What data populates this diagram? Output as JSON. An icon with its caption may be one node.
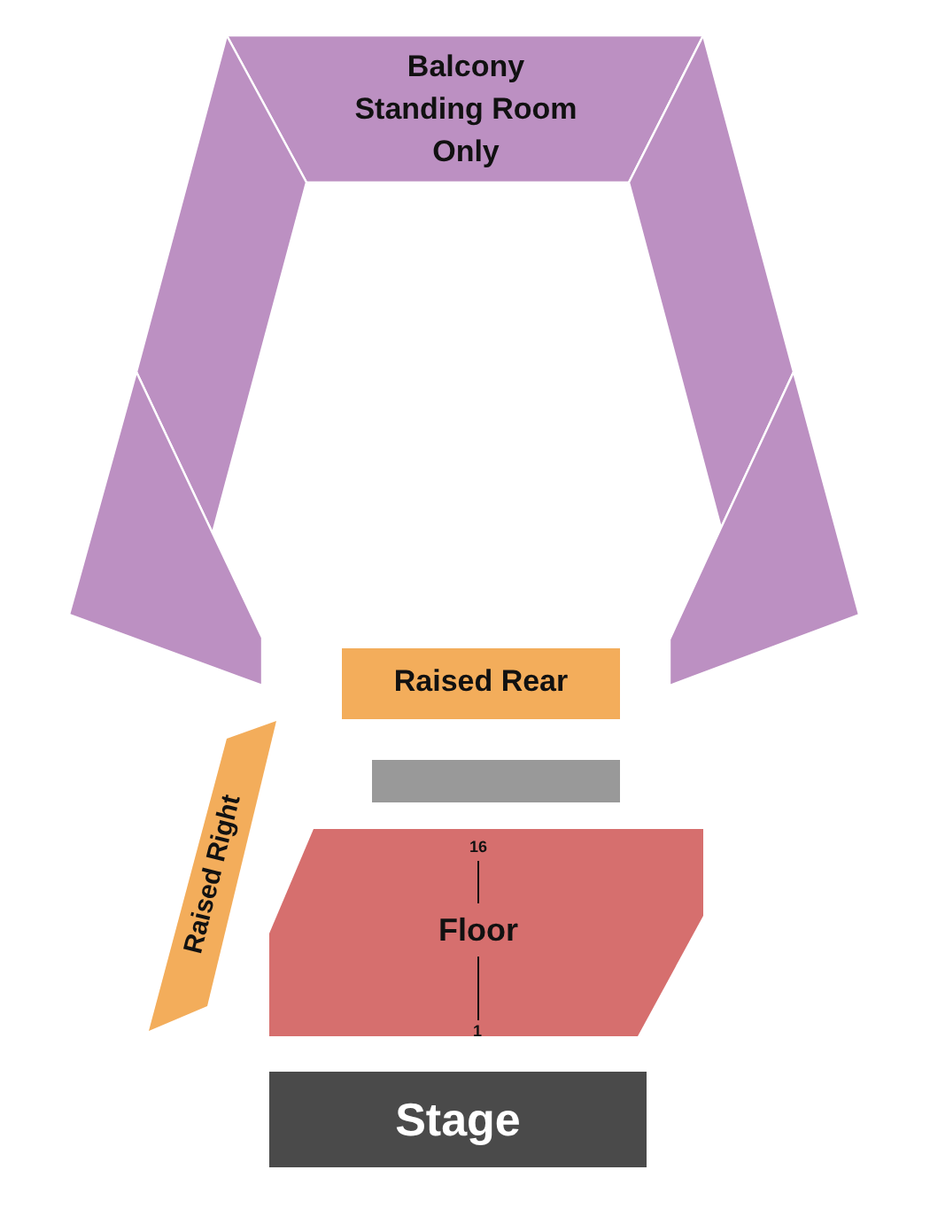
{
  "diagram": {
    "nodes": [
      {
        "text": [
          "Balcony Standing Room Only"
        ]
      },
      {
        "text": [],
        "shape": "box"
      },
      {
        "text": [],
        "shape": "box"
      },
      {
        "text": [],
        "shape": "box"
      },
      {
        "text": [],
        "shape": "box"
      },
      {
        "text": [
          "Raised Rear"
        ]
      },
      {
        "text": [],
        "shape": "bar"
      },
      {
        "text": [
          "Raised Right"
        ]
      },
      {
        "text": [
          "Floor"
        ]
      },
      {
        "text": [
          "Stage"
        ]
      }
    ],
    "labels": [
      "16",
      "1"
    ]
  }
}
